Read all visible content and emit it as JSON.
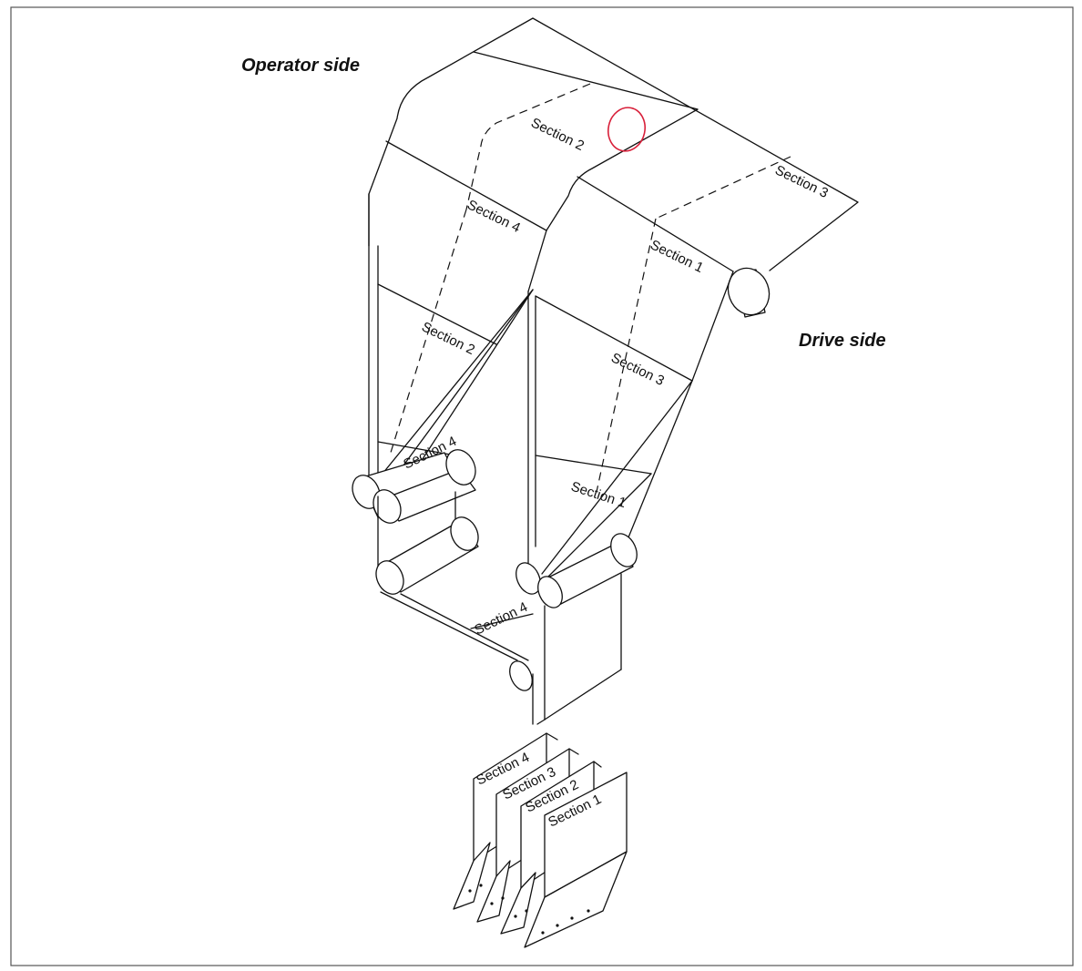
{
  "side_labels": {
    "operator": "Operator side",
    "drive": "Drive side"
  },
  "sections": {
    "top_operator": "Section 2",
    "top_drive": "Section 3",
    "left_upper": "Section 4",
    "left_middle": "Section 2",
    "left_lower": "Section 4",
    "right_upper": "Section 1",
    "right_middle": "Section 3",
    "right_lower": "Section 1",
    "bottom_web": "Section 4",
    "stack_1": "Section 4",
    "stack_2": "Section 3",
    "stack_3": "Section 2",
    "stack_4": "Section 1"
  },
  "colors": {
    "line": "#111111",
    "highlight": "#d8203a",
    "frame": "#555555"
  }
}
